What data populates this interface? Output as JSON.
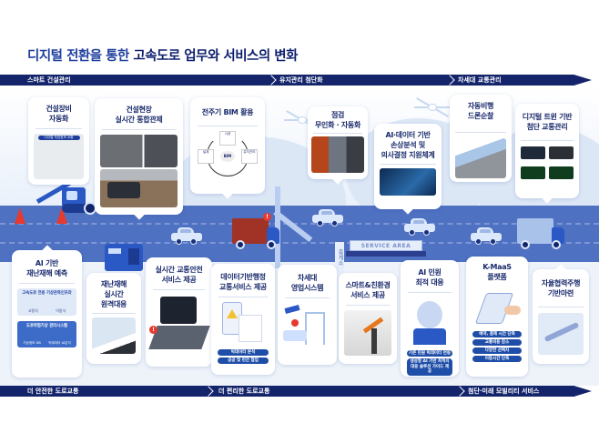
{
  "title": {
    "prefix": "디지털 전환을 통한 ",
    "emphasis": "고속도로 업무와 서비스의 변화"
  },
  "top_banner": {
    "stages": [
      {
        "label": "스마트 건설관리"
      },
      {
        "label": "유지관리 첨단화"
      },
      {
        "label": "차세대 교통관리"
      }
    ]
  },
  "bottom_banner": {
    "stages": [
      {
        "label": "더 안전한 도로교통"
      },
      {
        "label": "더 편리한 도로교통"
      },
      {
        "label": "첨단·미래 모빌리티 서비스"
      }
    ]
  },
  "top_cards": [
    {
      "line1": "건설장비",
      "line2": "자동화",
      "badge": "디지털 작업정보 교환"
    },
    {
      "line1": "건설현장",
      "line2": "실시간 통합관제"
    },
    {
      "line1": "전주기 BIM 활용",
      "cycle": [
        "시공",
        "유지관리",
        "설계"
      ],
      "center": "BIM"
    },
    {
      "line1": "점검",
      "line2": "무인화 · 자동화"
    },
    {
      "line1": "AI·데이터 기반",
      "line2": "손상분석 및",
      "line3": "의사결정 지원체계"
    },
    {
      "line1": "자동비행",
      "line2": "드론순찰"
    },
    {
      "line1": "디지털 트윈 기반",
      "line2": "첨단 교통관리"
    }
  ],
  "bottom_cards": [
    {
      "line1": "AI 기반",
      "line2": "재난재해 예측",
      "box1_title": "고속도로 전용 기상관측인프라",
      "box1_items": [
        "고정식",
        "이동식"
      ],
      "box2_title": "도로위험기상 관리시스템",
      "box2_items": [
        "기상정보 DB",
        "빅데이터 AI분석"
      ]
    },
    {
      "line1": "재난재해",
      "line2": "실시간",
      "line3": "원격대응"
    },
    {
      "line1": "실시간 교통안전",
      "line2": "서비스 제공"
    },
    {
      "line1": "데이터기반행정",
      "line2": "교통서비스 제공",
      "pills": [
        "빅데이터 분석",
        "공공 및 민간 협업"
      ]
    },
    {
      "line1": "차세대",
      "line2": "영업시스템"
    },
    {
      "line1": "스마트&친환경",
      "line2": "서비스 제공"
    },
    {
      "line1": "AI 민원",
      "line2": "최적 대응",
      "pills": [
        "기존 민원 빅데이터 연동",
        "생성형 AI 기반 최적의 대응 솔루션 가이드 제공"
      ]
    },
    {
      "line1": "K-MaaS",
      "line2": "플랫폼",
      "pills": [
        "예약, 결제 시간 단축",
        "교통비용 감소",
        "다양한 선택지",
        "이동시간 단축"
      ]
    },
    {
      "line1": "자율협력주행",
      "line2": "기반마련"
    }
  ],
  "scene": {
    "service_area_sign": "SERVICE AREA",
    "rest_area_vertical": "휴게소"
  },
  "colors": {
    "navy": "#13246b",
    "road": "#4f71c2",
    "accent_blue": "#1f4ea8",
    "alert_red": "#e7392e"
  }
}
